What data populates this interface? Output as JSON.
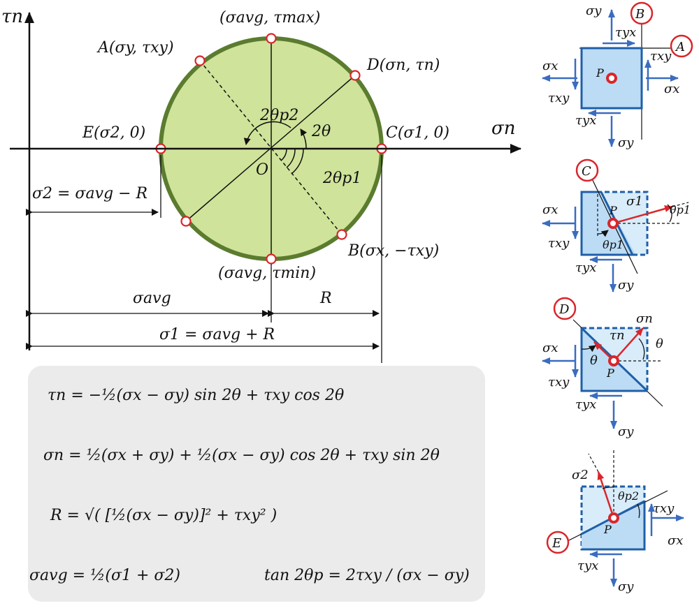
{
  "circle": {
    "axis_tau": "τn",
    "axis_sigma": "σn",
    "origin": "O",
    "top_point": "(σavg, τmax)",
    "bottom_point": "(σavg, τmin)",
    "point_A": "A(σy, τxy)",
    "point_B": "B(σx, −τxy)",
    "point_C": "C(σ1, 0)",
    "point_D": "D(σn, τn)",
    "point_E": "E(σ2, 0)",
    "angle_2theta": "2θ",
    "angle_2theta_p1": "2θp1",
    "angle_2theta_p2": "2θp2",
    "dim_sigma2": "σ2 = σavg − R",
    "dim_sigma_avg": "σavg",
    "dim_R": "R",
    "dim_sigma1": "σ1 = σavg + R"
  },
  "equations": {
    "tau_n": "τn = −½(σx − σy) sin 2θ + τxy cos 2θ",
    "sigma_n": "σn = ½(σx + σy) + ½(σx − σy) cos 2θ + τxy sin 2θ",
    "radius": "R = √( [½(σx − σy)]² + τxy² )",
    "sigma_avg": "σavg = ½(σ1 + σ2)",
    "tan": "tan 2θp = 2τxy / (σx − σy)"
  },
  "elements": {
    "el1": {
      "labels": [
        "σy",
        "B",
        "τyx",
        "A",
        "τxy",
        "σx",
        "P",
        "σx",
        "τxy",
        "τyx",
        "σy"
      ]
    },
    "el2": {
      "labels": [
        "C",
        "σx",
        "P",
        "σ1",
        "θp1",
        "τxy",
        "θp1",
        "τyx",
        "σy"
      ]
    },
    "el3": {
      "labels": [
        "D",
        "σn",
        "τn",
        "θ",
        "σx",
        "θ",
        "P",
        "τxy",
        "τyx",
        "σy"
      ]
    },
    "el4": {
      "labels": [
        "σ2",
        "θp2",
        "τxy",
        "P",
        "σx",
        "E",
        "τyx",
        "σy"
      ]
    }
  },
  "colors": {
    "circle_fill": "#cfe39a",
    "circle_stroke": "#5b7c2f",
    "element_fill": "#bcdcf5",
    "element_stroke": "#1f5fa8",
    "arrow_blue": "#3a6cc0",
    "accent_red": "#d9262b",
    "box_gray": "#ebebeb"
  }
}
